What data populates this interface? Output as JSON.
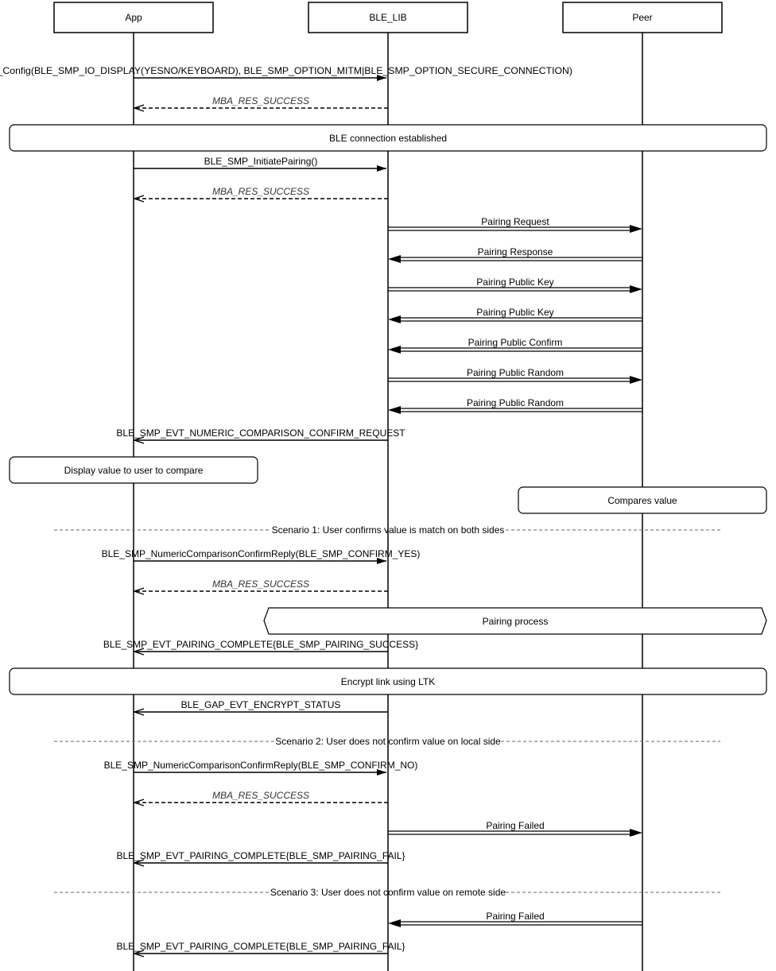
{
  "participants": [
    {
      "id": "app",
      "label": "App"
    },
    {
      "id": "lib",
      "label": "BLE_LIB"
    },
    {
      "id": "peer",
      "label": "Peer"
    }
  ],
  "messages": [
    {
      "label": "BLE_SMP_Config(BLE_SMP_IO_DISPLAY(YESNO/KEYBOARD), BLE_SMP_OPTION_MITM|BLE_SMP_OPTION_SECURE_CONNECTION)",
      "kind": "call"
    },
    {
      "label": "MBA_RES_SUCCESS",
      "kind": "return"
    },
    {
      "label": "BLE_SMP_InitiatePairing()",
      "kind": "call"
    },
    {
      "label": "MBA_RES_SUCCESS",
      "kind": "return"
    },
    {
      "label": "Pairing Request",
      "kind": "air"
    },
    {
      "label": "Pairing Response",
      "kind": "air"
    },
    {
      "label": "Pairing Public Key",
      "kind": "air"
    },
    {
      "label": "Pairing Public Key",
      "kind": "air"
    },
    {
      "label": "Pairing Public Confirm",
      "kind": "air"
    },
    {
      "label": "Pairing Public Random",
      "kind": "air"
    },
    {
      "label": "Pairing Public Random",
      "kind": "air"
    },
    {
      "label": "BLE_SMP_EVT_NUMERIC_COMPARISON_CONFIRM_REQUEST",
      "kind": "event"
    },
    {
      "label": "BLE_SMP_NumericComparisonConfirmReply(BLE_SMP_CONFIRM_YES)",
      "kind": "call"
    },
    {
      "label": "MBA_RES_SUCCESS",
      "kind": "return"
    },
    {
      "label": "BLE_SMP_EVT_PAIRING_COMPLETE{BLE_SMP_PAIRING_SUCCESS}",
      "kind": "event"
    },
    {
      "label": "BLE_GAP_EVT_ENCRYPT_STATUS",
      "kind": "event"
    },
    {
      "label": "BLE_SMP_NumericComparisonConfirmReply(BLE_SMP_CONFIRM_NO)",
      "kind": "call"
    },
    {
      "label": "MBA_RES_SUCCESS",
      "kind": "return"
    },
    {
      "label": "Pairing Failed",
      "kind": "air"
    },
    {
      "label": "BLE_SMP_EVT_PAIRING_COMPLETE{BLE_SMP_PAIRING_FAIL}",
      "kind": "event"
    },
    {
      "label": "Pairing Failed",
      "kind": "air"
    },
    {
      "label": "BLE_SMP_EVT_PAIRING_COMPLETE{BLE_SMP_PAIRING_FAIL}",
      "kind": "event"
    }
  ],
  "notes": [
    {
      "label": "BLE connection established"
    },
    {
      "label": "Display value to user to compare"
    },
    {
      "label": "Compares value"
    },
    {
      "label": "Pairing process"
    },
    {
      "label": "Encrypt link using LTK"
    }
  ],
  "scenarios": [
    {
      "label": "Scenario 1: User confirms value is match on both sides"
    },
    {
      "label": "Scenario 2: User does not confirm value on local side"
    },
    {
      "label": "Scenario 3: User does not confirm value on remote side"
    }
  ]
}
